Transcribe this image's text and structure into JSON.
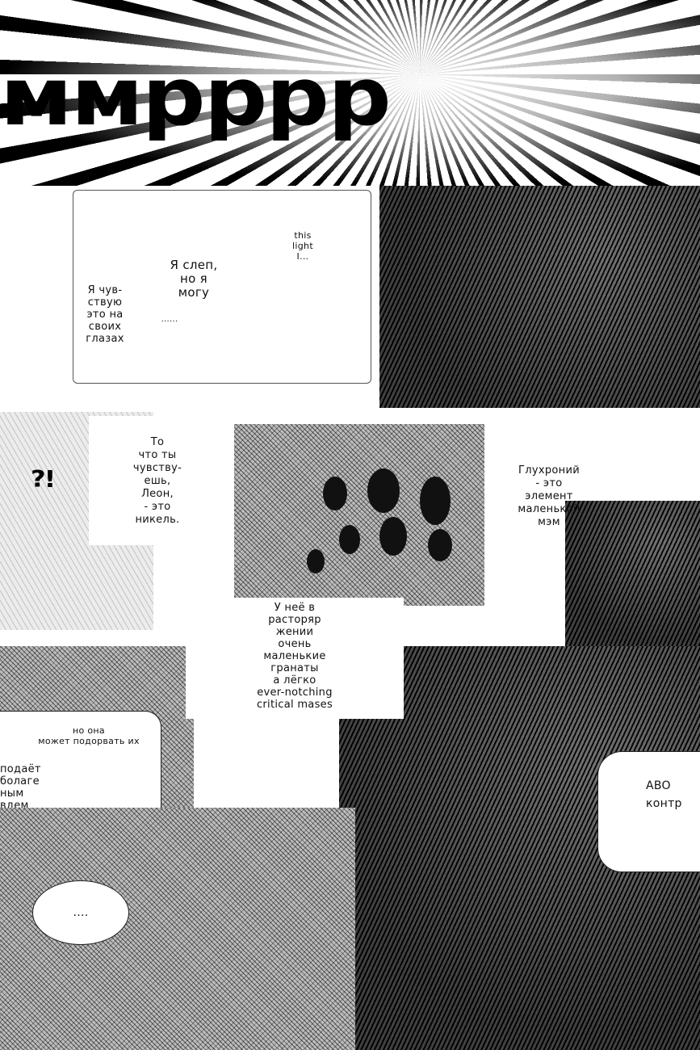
{
  "sfx": {
    "top": "ммрррр",
    "bang": "?!"
  },
  "bubbles": {
    "english_1": "this\nlight\nI...",
    "russian_1": "Я слеп,\nно я\nмогу",
    "russian_2": "Я чув-\nствую\nэто на\nсвоих\nглазах",
    "dots_1": "......",
    "russian_3": "То\nчто ты\nчувству-\nешь,\nЛеон,\n- это\nникель.",
    "russian_4": "Глухроний\n- это\nэлемент\nмаленькой\nмэм",
    "russian_5": "У неё в\nрасторяр\nжении\nочень\nмаленькие\nгранаты\nа лёгко\never-notching\ncritical mases",
    "russian_6": "но она\nможет подорвать их",
    "russian_7": "подаёт\nболаге\nным\nвдем",
    "russian_8": "ABO\nконтр",
    "dots_2": "...."
  }
}
